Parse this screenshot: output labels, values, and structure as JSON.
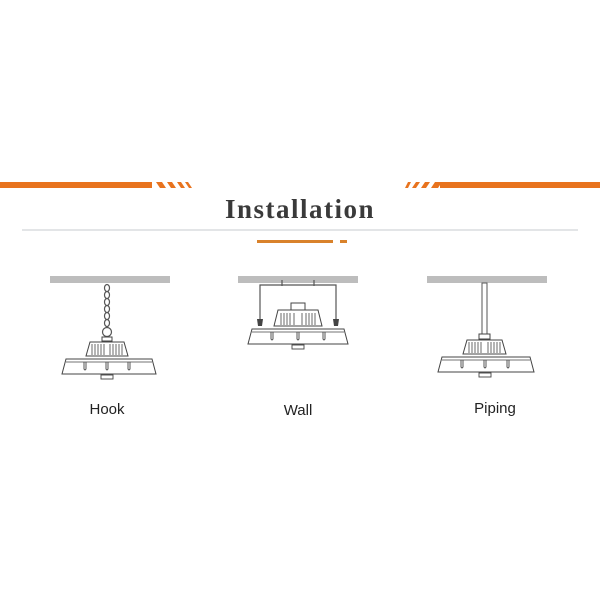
{
  "header": {
    "title": "Installation",
    "accent_color": "#e8731e",
    "divider_color": "#e3e5e7"
  },
  "methods": [
    {
      "label": "Hook",
      "icon": "hook-mount-diagram-icon"
    },
    {
      "label": "Wall",
      "icon": "bracket-mount-diagram-icon"
    },
    {
      "label": "Piping",
      "icon": "pipe-mount-diagram-icon"
    }
  ]
}
